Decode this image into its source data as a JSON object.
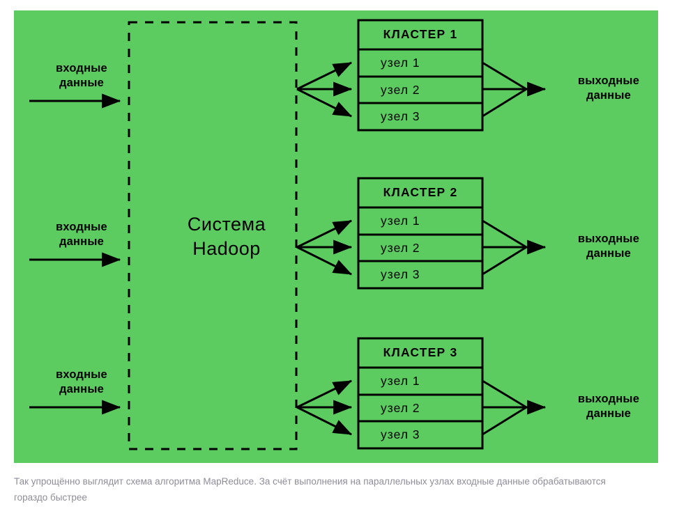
{
  "figure": {
    "background_color": "#5ccc60",
    "stroke_color": "#000000",
    "center_box": {
      "label_line1": "Система",
      "label_line2": "Hadoop",
      "border_style": "dashed"
    },
    "inputs": [
      {
        "line1": "входные",
        "line2": "данные"
      },
      {
        "line1": "входные",
        "line2": "данные"
      },
      {
        "line1": "входные",
        "line2": "данные"
      }
    ],
    "outputs": [
      {
        "line1": "выходные",
        "line2": "данные"
      },
      {
        "line1": "выходные",
        "line2": "данные"
      },
      {
        "line1": "выходные",
        "line2": "данные"
      }
    ],
    "clusters": [
      {
        "title": "КЛАСТЕР 1",
        "nodes": [
          "узел 1",
          "узел 2",
          "узел 3"
        ]
      },
      {
        "title": "КЛАСТЕР 2",
        "nodes": [
          "узел 1",
          "узел 2",
          "узел 3"
        ]
      },
      {
        "title": "КЛАСТЕР 3",
        "nodes": [
          "узел 1",
          "узел 2",
          "узел 3"
        ]
      }
    ]
  },
  "caption": {
    "text": "Так упрощённо выглядит схема алгоритма MapReduce. За счёт выполнения на параллельных узлах входные данные обрабатываются гораздо быстрее",
    "color": "#8e8e99"
  }
}
